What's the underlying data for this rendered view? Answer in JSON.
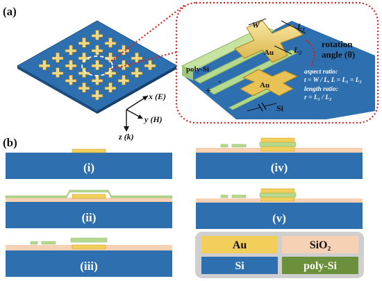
{
  "panels": {
    "a_label": "(a)",
    "b_label": "(b)"
  },
  "inset": {
    "w_label": "W",
    "l1_label": "L₁",
    "l2_label": "L₂",
    "au_top": "Au",
    "au_bottom": "Au",
    "rotation_line1": "rotation",
    "rotation_line2": "angle (θ)",
    "polysi_label": "poly-Si",
    "minus_sign": "-",
    "plus_sign": "+",
    "si_label": "Si",
    "aspect_title": "aspect ratio:",
    "aspect_formula": "t = W / L, L = L₁ = L₂",
    "length_title": "length ratio:",
    "length_formula": "r = L₁ / L₂"
  },
  "axes": {
    "x": "x (E)",
    "y": "y (H)",
    "z": "z (k)"
  },
  "steps": [
    "(i)",
    "(ii)",
    "(iii)",
    "(iv)",
    "(v)"
  ],
  "legend": {
    "au": "Au",
    "sio2": "SiO₂",
    "si": "Si",
    "polysi": "poly-Si"
  },
  "colors": {
    "si": "#2e6fb0",
    "au": "#f2cf5a",
    "sio2": "#f7d1b4",
    "polysi": "#6b8f3a",
    "polysi_light": "#b5d98f",
    "dotted_red": "#d42020",
    "legend_box": "#cfcfcf"
  }
}
